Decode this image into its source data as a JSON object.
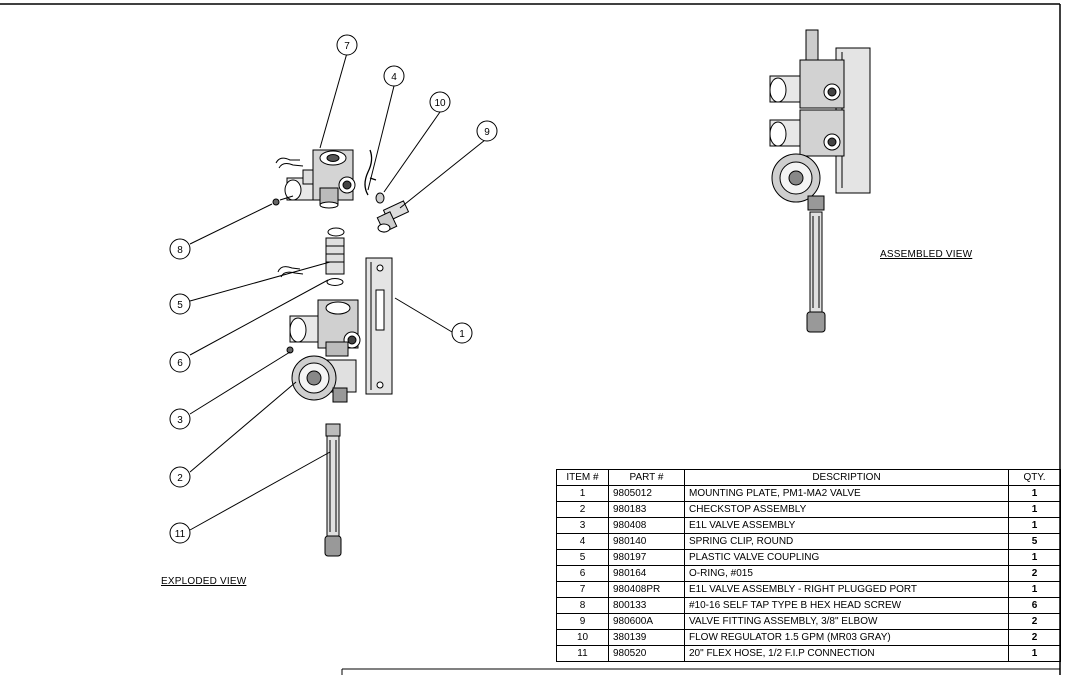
{
  "views": {
    "exploded": "EXPLODED VIEW",
    "assembled": "ASSEMBLED VIEW"
  },
  "callouts": [
    "7",
    "4",
    "10",
    "9",
    "8",
    "5",
    "6",
    "1",
    "3",
    "2",
    "11"
  ],
  "bom": {
    "headers": [
      "ITEM #",
      "PART #",
      "DESCRIPTION",
      "QTY."
    ],
    "rows": [
      [
        "1",
        "9805012",
        "MOUNTING PLATE, PM1-MA2 VALVE",
        "1"
      ],
      [
        "2",
        "980183",
        "CHECKSTOP ASSEMBLY",
        "1"
      ],
      [
        "3",
        "980408",
        "E1L VALVE ASSEMBLY",
        "1"
      ],
      [
        "4",
        "980140",
        "SPRING CLIP, ROUND",
        "5"
      ],
      [
        "5",
        "980197",
        "PLASTIC VALVE COUPLING",
        "1"
      ],
      [
        "6",
        "980164",
        "O-RING, #015",
        "2"
      ],
      [
        "7",
        "980408PR",
        "E1L VALVE ASSEMBLY - RIGHT PLUGGED PORT",
        "1"
      ],
      [
        "8",
        "800133",
        "#10-16 SELF TAP TYPE B HEX HEAD SCREW",
        "6"
      ],
      [
        "9",
        "980600A",
        "VALVE FITTING ASSEMBLY, 3/8\" ELBOW",
        "2"
      ],
      [
        "10",
        "380139",
        "FLOW REGULATOR 1.5 GPM (MR03 GRAY)",
        "2"
      ],
      [
        "11",
        "980520",
        "20\" FLEX HOSE, 1/2 F.I.P CONNECTION",
        "1"
      ]
    ]
  }
}
